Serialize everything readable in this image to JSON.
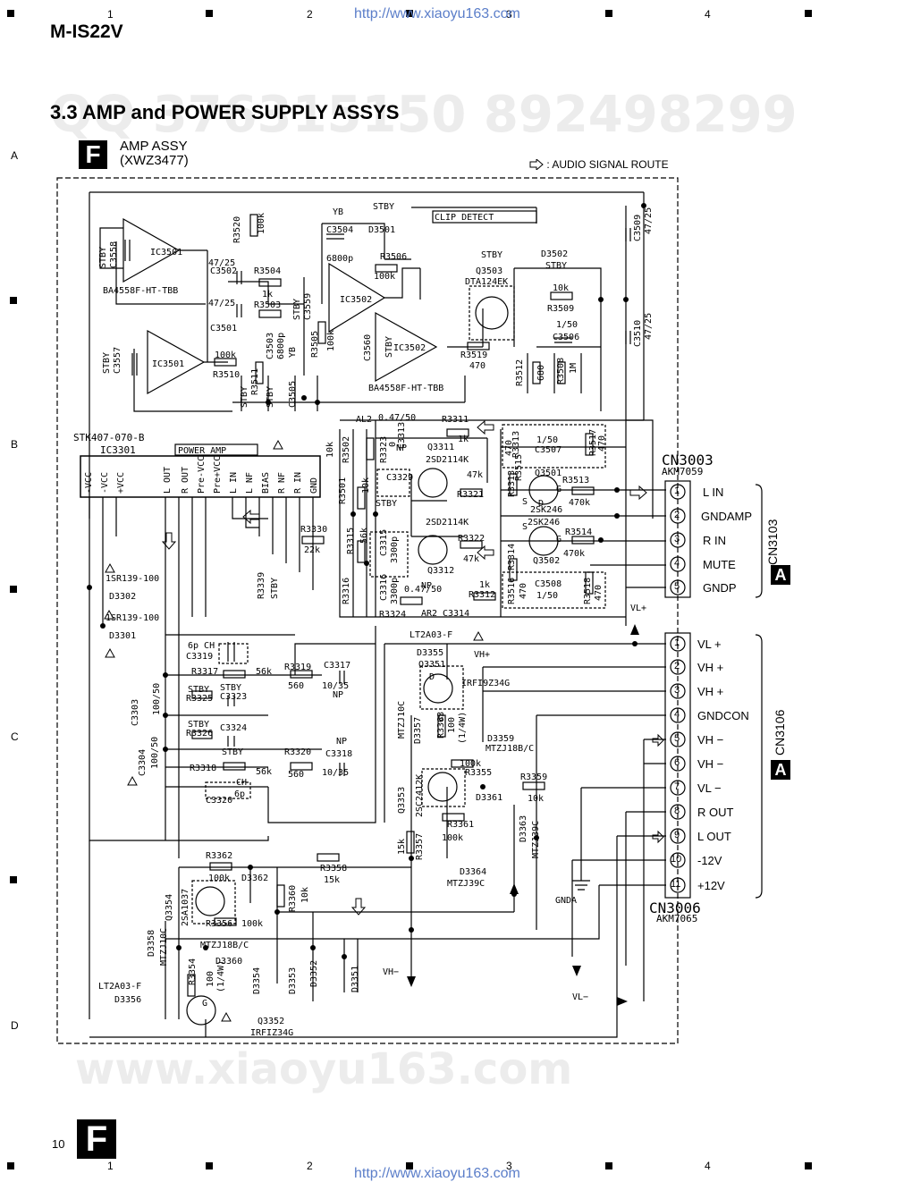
{
  "header": {
    "model": "M-IS22V",
    "url": "http://www.xiaoyu163.com",
    "columns": [
      "1",
      "2",
      "3",
      "4"
    ]
  },
  "rows": [
    "A",
    "B",
    "C",
    "D"
  ],
  "section_title": "3.3 AMP and POWER SUPPLY ASSYS",
  "assy": {
    "letter": "F",
    "name": "AMP ASSY",
    "code": "(XWZ3477)"
  },
  "legend": {
    "route_text": ": AUDIO SIGNAL ROUTE"
  },
  "watermarks": {
    "qq": "QQ 376315150   892498299",
    "site": "www.xiaoyu163.com"
  },
  "ic3301": {
    "part": "STK407-070-B",
    "ref": "IC3301",
    "label": "POWER AMP",
    "pins": [
      "-VCC",
      "-VCC",
      "+VCC",
      "L OUT",
      "R OUT",
      "Pre-VCC",
      "Pre+VCC",
      "L IN",
      "L NF",
      "BIAS",
      "R NF",
      "R IN",
      "GND"
    ]
  },
  "cn3003": {
    "ref": "CN3003",
    "part": "AKM7059",
    "tag": "A",
    "conn": "CN3103",
    "pins": [
      {
        "n": "1",
        "label": "L IN"
      },
      {
        "n": "2",
        "label": "GNDAMP"
      },
      {
        "n": "3",
        "label": "R IN"
      },
      {
        "n": "4",
        "label": "MUTE"
      },
      {
        "n": "5",
        "label": "GNDP"
      }
    ]
  },
  "cn3006": {
    "ref": "CN3006",
    "part": "AKM7065",
    "tag": "A",
    "conn": "CN3106",
    "pins": [
      {
        "n": "1",
        "label": "VL +"
      },
      {
        "n": "2",
        "label": "VH +"
      },
      {
        "n": "3",
        "label": "VH +"
      },
      {
        "n": "4",
        "label": "GNDCON"
      },
      {
        "n": "5",
        "label": "VH −"
      },
      {
        "n": "6",
        "label": "VH −"
      },
      {
        "n": "7",
        "label": "VL −"
      },
      {
        "n": "8",
        "label": "R OUT"
      },
      {
        "n": "9",
        "label": "L OUT"
      },
      {
        "n": "10",
        "label": "-12V"
      },
      {
        "n": "11",
        "label": "+12V"
      }
    ]
  },
  "labels": [
    {
      "t": "CLIP DETECT"
    },
    {
      "t": "STBY"
    },
    {
      "t": "YB"
    },
    {
      "t": "C3504"
    },
    {
      "t": "6800p"
    },
    {
      "t": "D3501"
    },
    {
      "t": "R3506"
    },
    {
      "t": "100k"
    },
    {
      "t": "R3520"
    },
    {
      "t": "IC3502"
    },
    {
      "t": "IC3501"
    },
    {
      "t": "BA4558F-HT-TBB"
    },
    {
      "t": "47/25"
    },
    {
      "t": "C3502"
    },
    {
      "t": "R3504"
    },
    {
      "t": "1k"
    },
    {
      "t": "C3501"
    },
    {
      "t": "R3503"
    },
    {
      "t": "Q3503"
    },
    {
      "t": "DTA124EK"
    },
    {
      "t": "D3502"
    },
    {
      "t": "10k"
    },
    {
      "t": "R3509"
    },
    {
      "t": "1/50"
    },
    {
      "t": "C3506"
    },
    {
      "t": "R3519"
    },
    {
      "t": "470"
    },
    {
      "t": "R3512"
    },
    {
      "t": "680"
    },
    {
      "t": "R3508"
    },
    {
      "t": "1M"
    },
    {
      "t": "C3509"
    },
    {
      "t": "C3510"
    },
    {
      "t": "R3510"
    },
    {
      "t": "R3511"
    },
    {
      "t": "C3505"
    },
    {
      "t": "C3560"
    },
    {
      "t": "C3557"
    },
    {
      "t": "C3558"
    },
    {
      "t": "0.47/50"
    },
    {
      "t": "R3311"
    },
    {
      "t": "C3313"
    },
    {
      "t": "NP"
    },
    {
      "t": "Q3311"
    },
    {
      "t": "2SD2114K"
    },
    {
      "t": "47k"
    },
    {
      "t": "R3321"
    },
    {
      "t": "R3322"
    },
    {
      "t": "Q3312"
    },
    {
      "t": "C3329"
    },
    {
      "t": "R3330"
    },
    {
      "t": "22k"
    },
    {
      "t": "C3315"
    },
    {
      "t": "C3316"
    },
    {
      "t": "3300p"
    },
    {
      "t": "R3316"
    },
    {
      "t": "R3315"
    },
    {
      "t": "R3324"
    },
    {
      "t": "R3312"
    },
    {
      "t": "C3314"
    },
    {
      "t": "Q3501"
    },
    {
      "t": "Q3502"
    },
    {
      "t": "2SK246"
    },
    {
      "t": "R3513"
    },
    {
      "t": "R3514"
    },
    {
      "t": "470k"
    },
    {
      "t": "C3507"
    },
    {
      "t": "C3508"
    },
    {
      "t": "R3515"
    },
    {
      "t": "R3516"
    },
    {
      "t": "R3517"
    },
    {
      "t": "R3518"
    },
    {
      "t": "R3313"
    },
    {
      "t": "R3314"
    },
    {
      "t": "R3501"
    },
    {
      "t": "R3502"
    },
    {
      "t": "R3323"
    },
    {
      "t": "1SR139-100"
    },
    {
      "t": "D3302"
    },
    {
      "t": "D3301"
    },
    {
      "t": "C3319"
    },
    {
      "t": "6p CH"
    },
    {
      "t": "R3317"
    },
    {
      "t": "56k"
    },
    {
      "t": "R3319"
    },
    {
      "t": "560"
    },
    {
      "t": "C3317"
    },
    {
      "t": "10/35"
    },
    {
      "t": "R3325"
    },
    {
      "t": "C3323"
    },
    {
      "t": "R3326"
    },
    {
      "t": "C3324"
    },
    {
      "t": "R3320"
    },
    {
      "t": "C3318"
    },
    {
      "t": "R3318"
    },
    {
      "t": "C3320"
    },
    {
      "t": "C3303"
    },
    {
      "t": "C3304"
    },
    {
      "t": "100/50"
    },
    {
      "t": "R3339"
    },
    {
      "t": "LT2A03-F"
    },
    {
      "t": "D3355"
    },
    {
      "t": "Q3351"
    },
    {
      "t": "IRFI9Z34G"
    },
    {
      "t": "VH+"
    },
    {
      "t": "MTZJ10C"
    },
    {
      "t": "D3357"
    },
    {
      "t": "R3363"
    },
    {
      "t": "(1/4W)"
    },
    {
      "t": "D3359"
    },
    {
      "t": "MTZJ18B/C"
    },
    {
      "t": "R3355"
    },
    {
      "t": "R3359"
    },
    {
      "t": "D3361"
    },
    {
      "t": "Q3353"
    },
    {
      "t": "2SC2412K"
    },
    {
      "t": "R3361"
    },
    {
      "t": "R3357"
    },
    {
      "t": "15k"
    },
    {
      "t": "D3363"
    },
    {
      "t": "MTZJ39C"
    },
    {
      "t": "D3364"
    },
    {
      "t": "GNDA"
    },
    {
      "t": "R3362"
    },
    {
      "t": "D3362"
    },
    {
      "t": "R3358"
    },
    {
      "t": "R3360"
    },
    {
      "t": "Q3354"
    },
    {
      "t": "2SA1037"
    },
    {
      "t": "R3356"
    },
    {
      "t": "D3358"
    },
    {
      "t": "D3360"
    },
    {
      "t": "R3354"
    },
    {
      "t": "D3356"
    },
    {
      "t": "Q3352"
    },
    {
      "t": "IRFIZ34G"
    },
    {
      "t": "D3354"
    },
    {
      "t": "D3353"
    },
    {
      "t": "D3352"
    },
    {
      "t": "D3351"
    },
    {
      "t": "VH−"
    },
    {
      "t": "VL−"
    },
    {
      "t": "VL+"
    },
    {
      "t": "AL2"
    },
    {
      "t": "AR2"
    }
  ],
  "footer": {
    "page": "10",
    "letter": "F"
  }
}
